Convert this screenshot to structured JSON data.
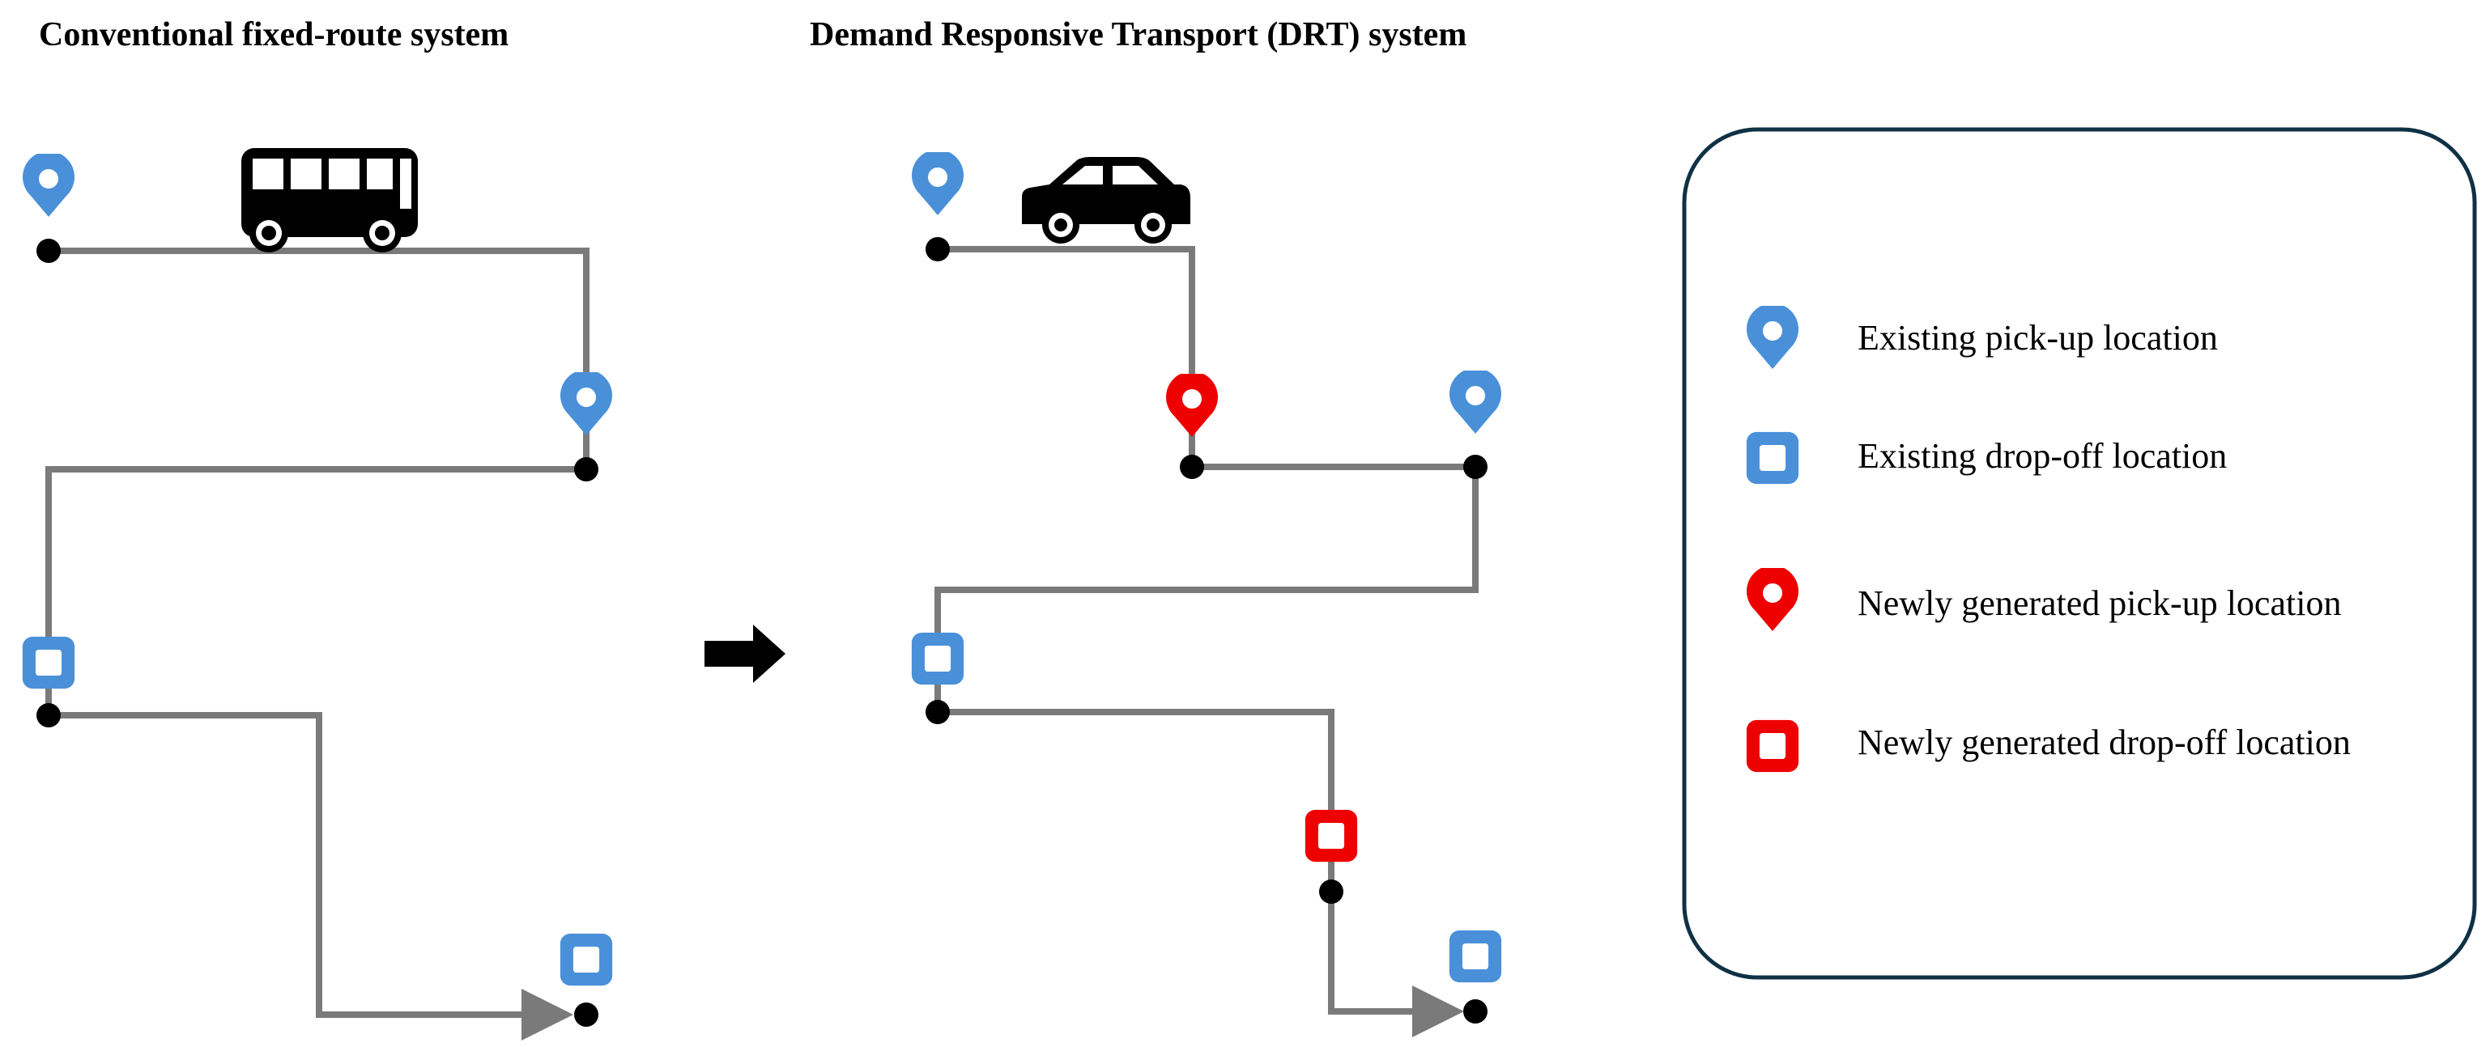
{
  "titles": {
    "conventional": "Conventional fixed-route system",
    "drt": "Demand Responsive Transport (DRT) system"
  },
  "legend": {
    "items": [
      {
        "label": "Existing pick-up location",
        "icon": "pin-icon",
        "color": "#4a90d9"
      },
      {
        "label": "Existing drop-off location",
        "icon": "square-icon",
        "color": "#4a90d9"
      },
      {
        "label": "Newly generated pick-up location",
        "icon": "pin-icon",
        "color": "#ee0000"
      },
      {
        "label": "Newly generated drop-off location",
        "icon": "square-icon",
        "color": "#ee0000"
      }
    ]
  },
  "colors": {
    "existing": "#4a90d9",
    "new": "#ee0000",
    "route": "#7a7a7a",
    "node": "#000000",
    "legend_border": "#0f3145"
  },
  "icons": {
    "conventional_vehicle": "bus-icon",
    "drt_vehicle": "car-icon",
    "transition": "right-arrow-icon"
  }
}
